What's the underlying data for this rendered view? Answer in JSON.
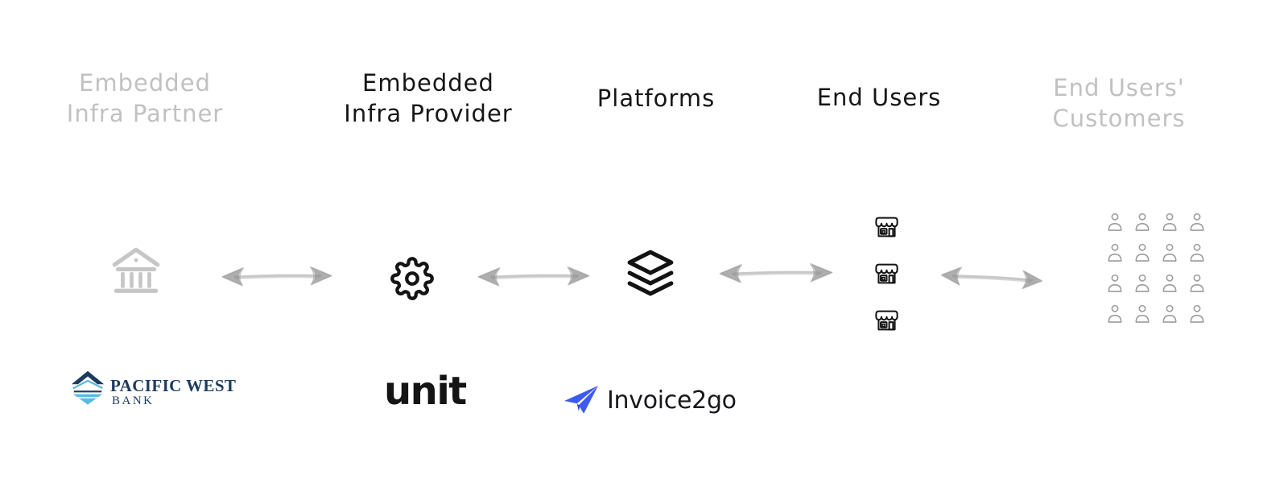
{
  "diagram": {
    "description": "Embedded finance value chain diagram with hand-drawn styling",
    "labels": {
      "partner_line1": "Embedded",
      "partner_line2": "Infra Partner",
      "provider_line1": "Embedded",
      "provider_line2": "Infra Provider",
      "platforms": "Platforms",
      "end_users": "End Users",
      "customers_line1": "End Users'",
      "customers_line2": "Customers"
    },
    "logos": {
      "pacific_west_line1": "PACIFIC WEST",
      "pacific_west_line2": "BANK",
      "unit": "unit",
      "invoice2go": "Invoice2go"
    },
    "icons": {
      "partner": "bank-icon",
      "provider": "gear-icon",
      "platforms": "layers-icon",
      "end_users": "storefront-icon",
      "customers": "person-icon",
      "invoice2go_mark": "paper-plane-icon",
      "pacific_west_mark": "pacific-west-logomark"
    },
    "structure": {
      "store_count": 3,
      "customer_grid": "4x4",
      "arrow_count": 4,
      "arrow_style": "hand-drawn double-headed"
    },
    "colors": {
      "background": "#ffffff",
      "muted_label": "#c1c1c1",
      "dark_label": "#161616",
      "arrow": "#8f8f8f",
      "bank_icon": "#c6c6c6",
      "person_icon": "#9c9c9c",
      "black_icon": "#131313",
      "pacific_navy": "#1c3b5e",
      "pacific_blue": "#54b7da",
      "invoice2go_blue": "#3d5af1",
      "unit_black": "#141414"
    }
  }
}
